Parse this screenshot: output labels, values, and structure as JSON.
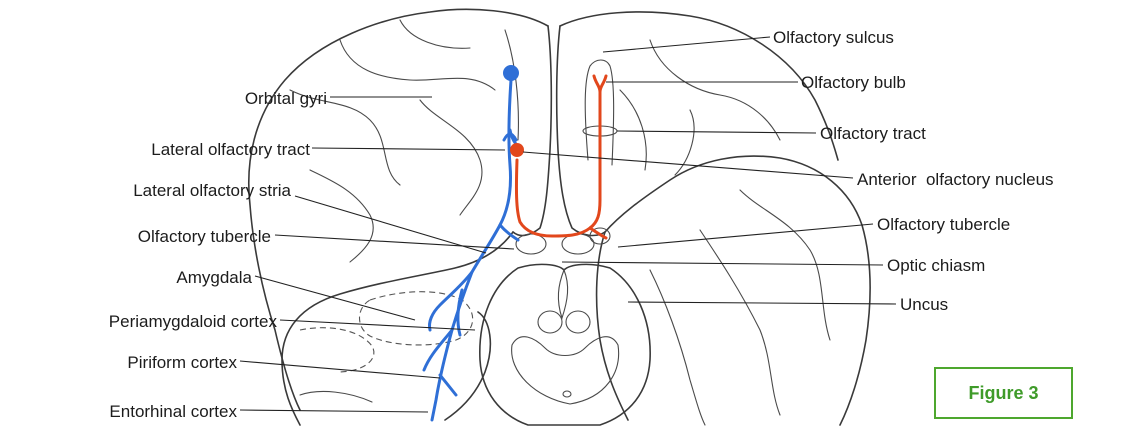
{
  "labels_left": {
    "orbital_gyri": "Orbital gyri",
    "lateral_olfactory_tract": "Lateral olfactory tract",
    "lateral_olfactory_stria": "Lateral olfactory stria",
    "olfactory_tubercle": "Olfactory tubercle",
    "amygdala": "Amygdala",
    "periamygdaloid_cortex": "Periamygdaloid cortex",
    "piriform_cortex": "Piriform cortex",
    "entorhinal_cortex": "Entorhinal cortex"
  },
  "labels_right": {
    "olfactory_sulcus": "Olfactory sulcus",
    "olfactory_bulb": "Olfactory bulb",
    "olfactory_tract": "Olfactory tract",
    "anterior_olfactory_nucleus": "Anterior  olfactory nucleus",
    "olfactory_tubercle": "Olfactory tubercle",
    "optic_chiasm": "Optic chiasm",
    "uncus": "Uncus"
  },
  "figure_label": "Figure 3",
  "colors": {
    "ipsilateral_pathway": "#2f6fd6",
    "contralateral_pathway": "#e2471c",
    "figure_box_border": "#4ea72e",
    "figure_box_text": "#3f9b2a"
  }
}
